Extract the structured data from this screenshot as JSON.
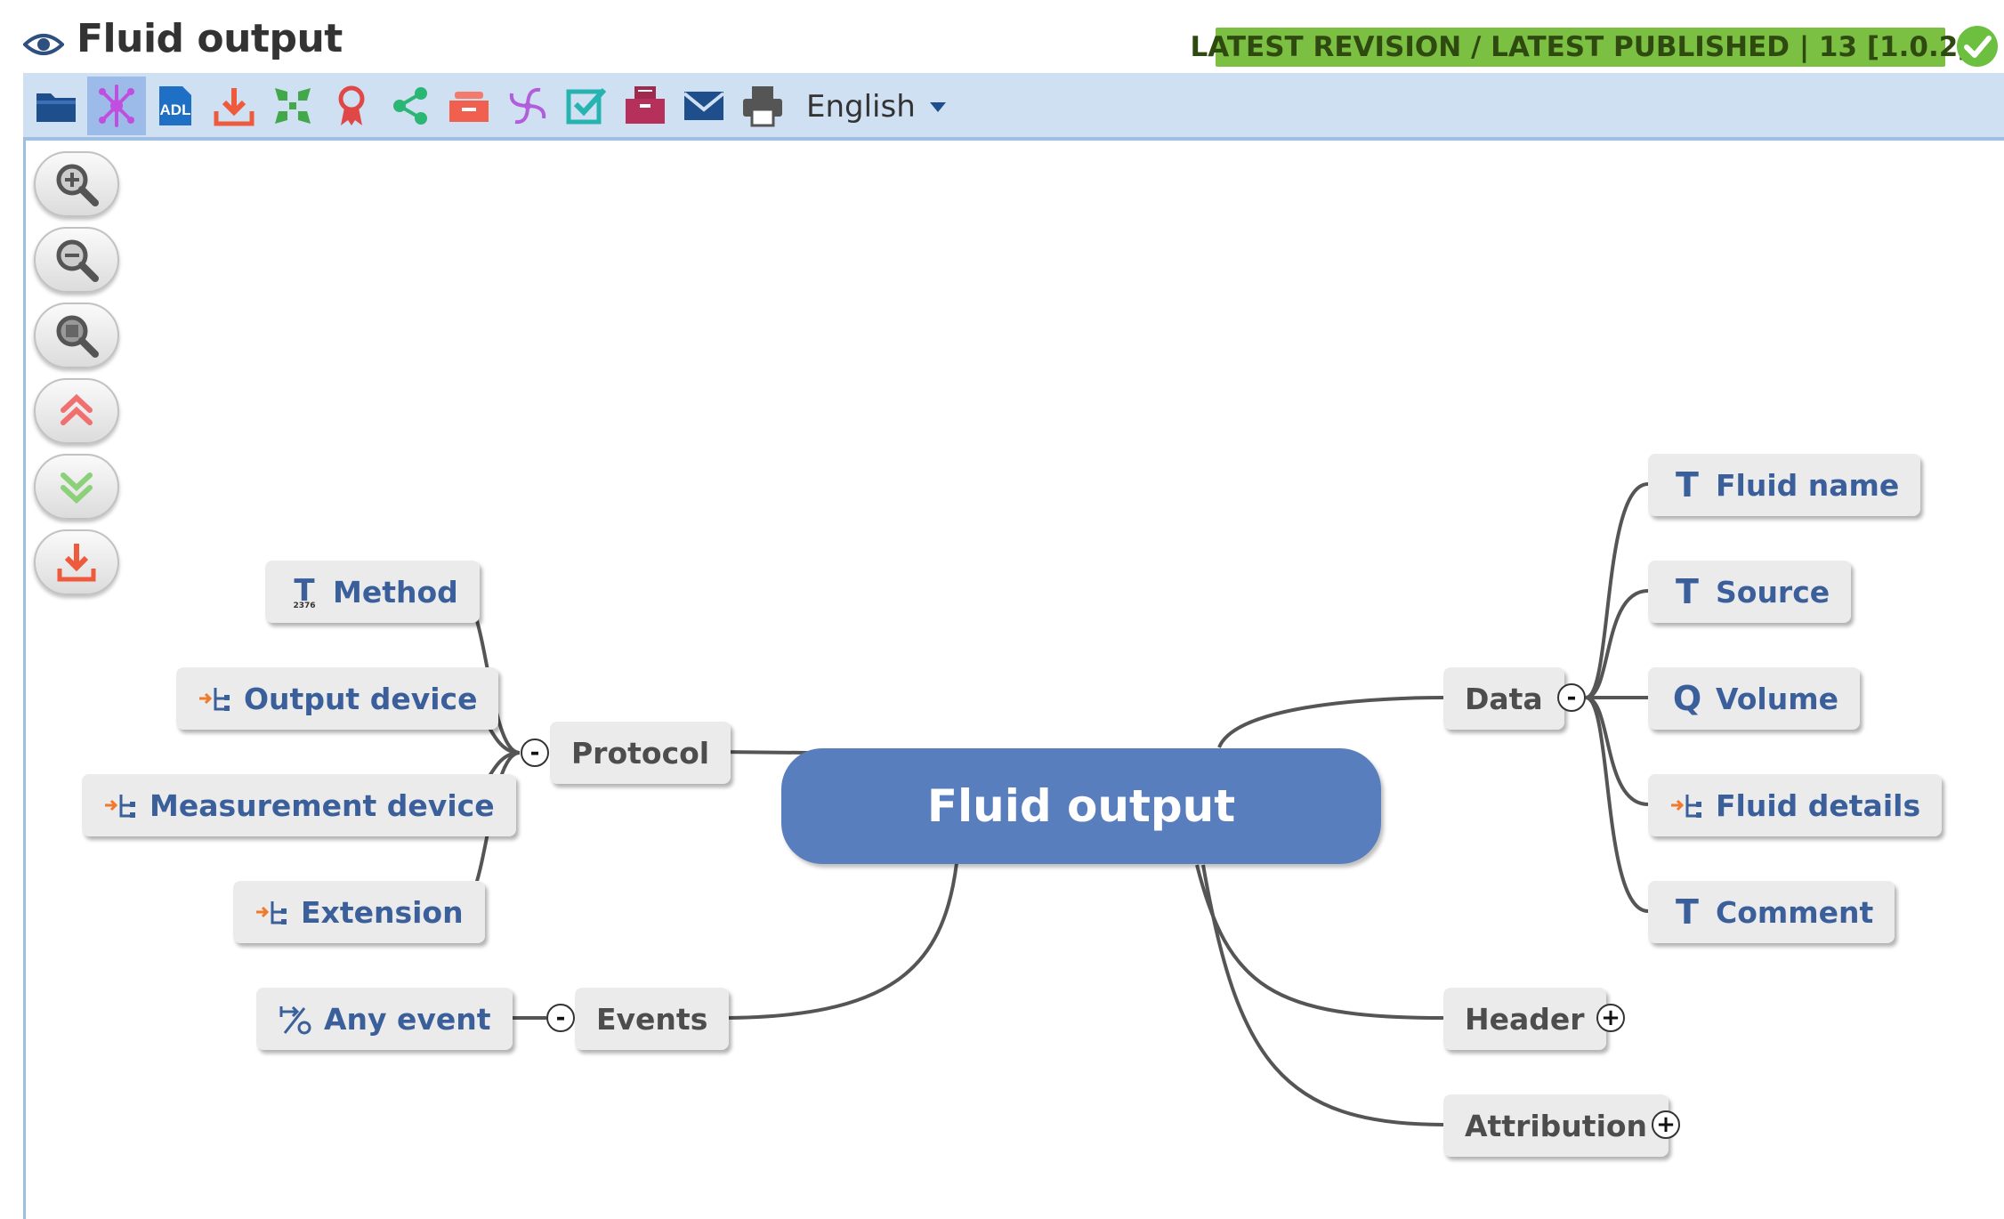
{
  "header": {
    "title": "Fluid output",
    "revision_badge": "LATEST REVISION / LATEST PUBLISHED | 13 [1.0.2]"
  },
  "toolbar": {
    "buttons": [
      {
        "icon": "folder-icon"
      },
      {
        "icon": "mindmap-icon",
        "active": true
      },
      {
        "icon": "adl-icon",
        "label": "ADL"
      },
      {
        "icon": "download-icon"
      },
      {
        "icon": "collapse-arrows-icon"
      },
      {
        "icon": "award-ribbon-icon"
      },
      {
        "icon": "share-icon"
      },
      {
        "icon": "inbox-tray-icon"
      },
      {
        "icon": "pinwheel-icon"
      },
      {
        "icon": "checkbox-icon"
      },
      {
        "icon": "archive-box-icon"
      },
      {
        "icon": "mail-icon"
      },
      {
        "icon": "printer-icon"
      }
    ],
    "language": "English"
  },
  "zoom_controls": [
    {
      "icon": "zoom-in-icon"
    },
    {
      "icon": "zoom-out-icon"
    },
    {
      "icon": "zoom-fit-icon"
    },
    {
      "icon": "collapse-all-icon"
    },
    {
      "icon": "expand-all-icon"
    },
    {
      "icon": "export-icon"
    }
  ],
  "mindmap": {
    "center": "Fluid output",
    "branches": {
      "protocol": {
        "label": "Protocol",
        "toggle": "-",
        "children": [
          {
            "label": "Method",
            "icon": "quantity-icon"
          },
          {
            "label": "Output device",
            "icon": "slot-icon"
          },
          {
            "label": "Measurement device",
            "icon": "slot-icon"
          },
          {
            "label": "Extension",
            "icon": "slot-icon"
          }
        ]
      },
      "events": {
        "label": "Events",
        "toggle": "-",
        "children": [
          {
            "label": "Any event",
            "icon": "event-icon"
          }
        ]
      },
      "data": {
        "label": "Data",
        "toggle": "-",
        "children": [
          {
            "label": "Fluid name",
            "icon": "text-icon"
          },
          {
            "label": "Source",
            "icon": "text-icon"
          },
          {
            "label": "Volume",
            "icon": "quantity-q-icon"
          },
          {
            "label": "Fluid details",
            "icon": "slot-icon"
          },
          {
            "label": "Comment",
            "icon": "text-icon"
          }
        ]
      },
      "header": {
        "label": "Header",
        "toggle": "+"
      },
      "attribution": {
        "label": "Attribution",
        "toggle": "+"
      }
    }
  },
  "colors": {
    "toolbar_bg": "#cfe0f3",
    "badge_green": "#7cc043",
    "center_node": "#597ebe",
    "leaf_text": "#3a5f9b",
    "node_bg": "#ebebeb"
  }
}
